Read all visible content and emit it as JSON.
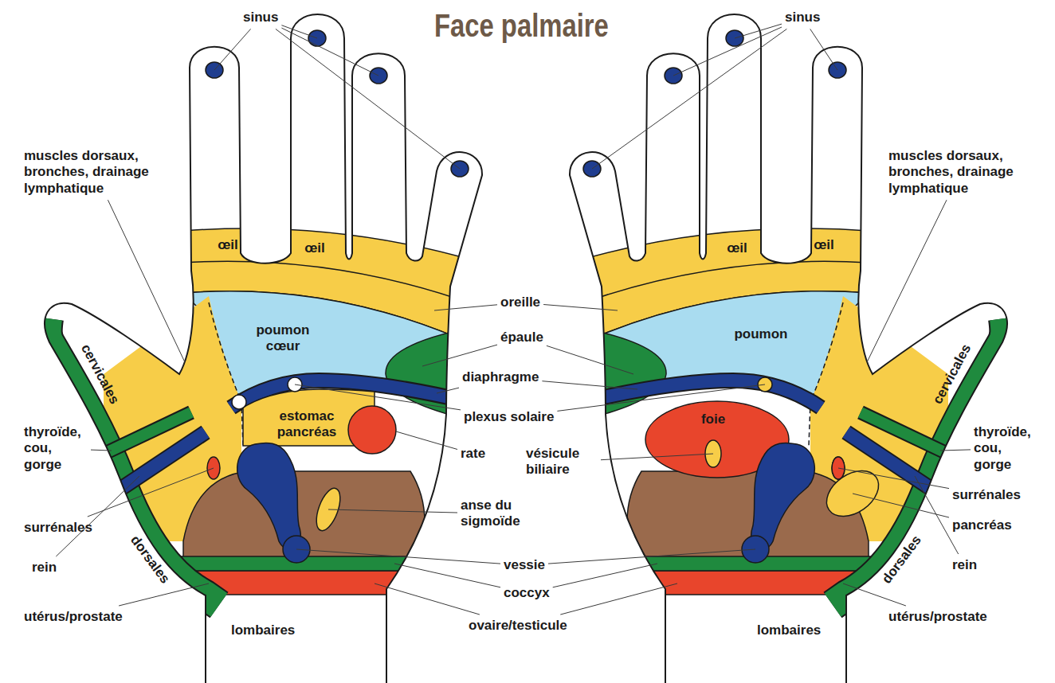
{
  "diagram": {
    "title": "Face palmaire",
    "nodes": [
      {
        "text": [
          "œil"
        ]
      },
      {
        "text": [
          "œil"
        ]
      },
      {
        "text": [
          "œil"
        ]
      },
      {
        "text": [
          "œil"
        ]
      },
      {
        "text": [
          "poumon cœur"
        ]
      },
      {
        "text": [
          "poumon"
        ]
      },
      {
        "text": [
          "estomac pancréas"
        ]
      },
      {
        "text": [
          "foie"
        ]
      }
    ],
    "labels": [
      "sinus",
      "sinus",
      "muscles dorsaux, bronches, drainage lymphatique",
      "muscles dorsaux, bronches, drainage lymphatique",
      "oreille",
      "épaule",
      "cervicales",
      "cervicales",
      "diaphragme",
      "plexus solaire",
      "thyroïde, cou, gorge",
      "thyroïde, cou, gorge",
      "rate",
      "vésicule biliaire",
      "surrénales",
      "surrénales",
      "anse du sigmoïde",
      "pancréas",
      "rein",
      "rein",
      "dorsales",
      "dorsales",
      "vessie",
      "coccyx",
      "utérus/prostate",
      "utérus/prostate",
      "lombaires",
      "lombaires",
      "ovaire/testicule"
    ]
  }
}
